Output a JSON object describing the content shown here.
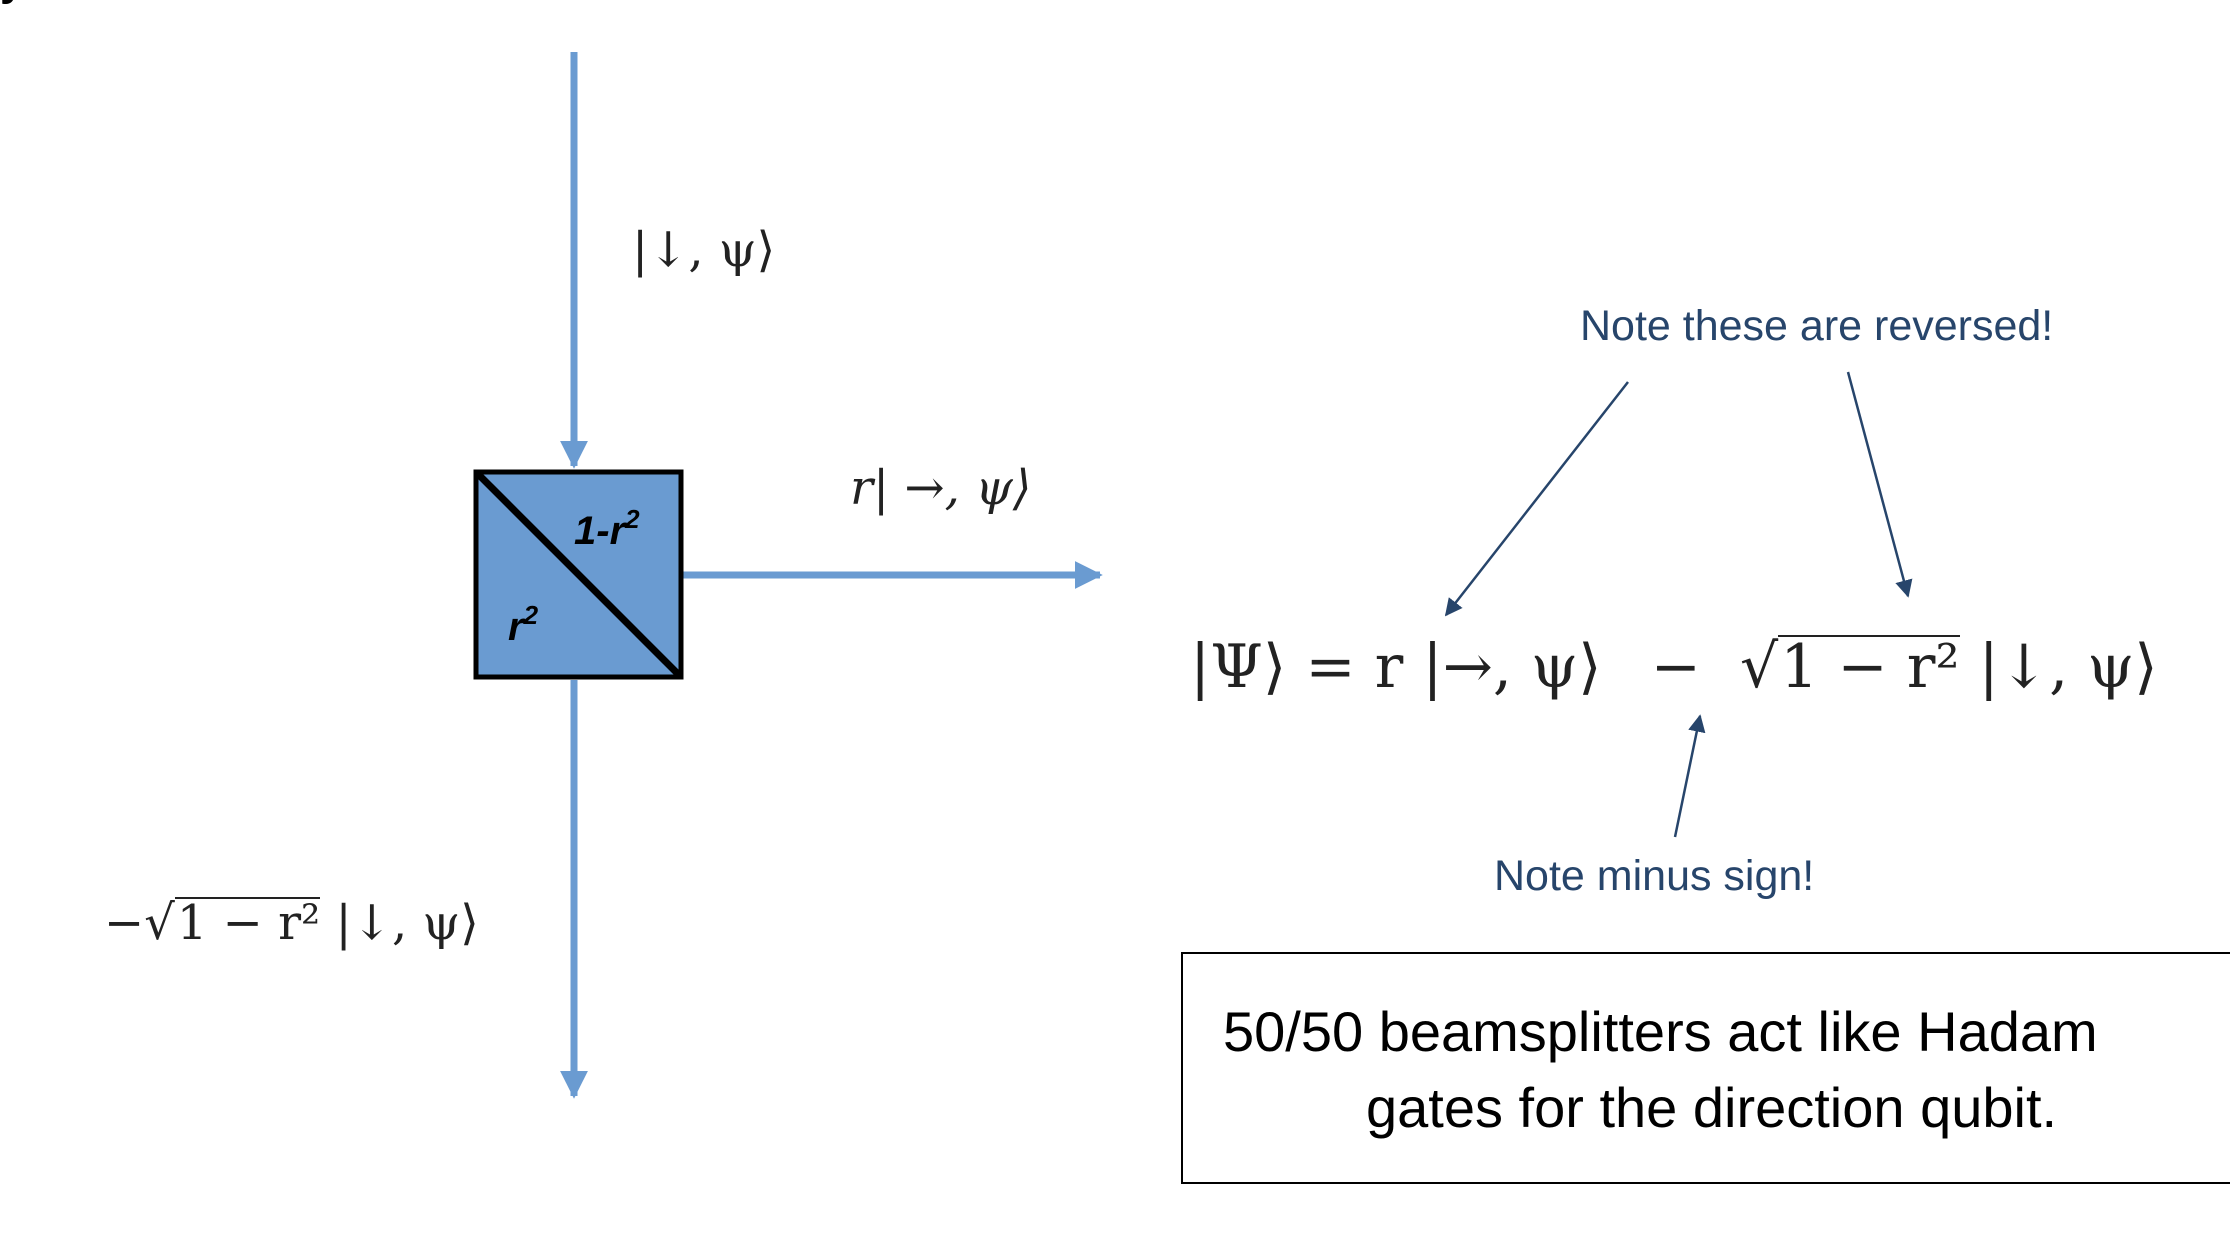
{
  "top_fragment": "y",
  "beam_input_label": "|↓, ψ⟩",
  "beam_reflected_label": "r| →, ψ⟩",
  "beam_transmitted_label": {
    "prefix": "−",
    "radical": "1 − r²",
    "state": "|↓, ψ⟩"
  },
  "beamsplitter": {
    "upper_label_main": "1-",
    "upper_label_var": "r",
    "upper_label_exp": "2",
    "lower_label_var": "r",
    "lower_label_exp": "2",
    "fill_color": "#6a9bd1",
    "beam_color": "#6a9bd1"
  },
  "equation": {
    "lhs": "|Ψ⟩ = r |→, ψ⟩",
    "minus": "−",
    "radical": "1 − r²",
    "state": "|↓, ψ⟩"
  },
  "annotations": {
    "reversed_note": "Note these are reversed!",
    "minus_note": "Note minus sign!",
    "color": "#27456b"
  },
  "summary_box": {
    "line1": "50/50 beamsplitters act like Hadam",
    "line2": "gates for the direction qubit."
  }
}
